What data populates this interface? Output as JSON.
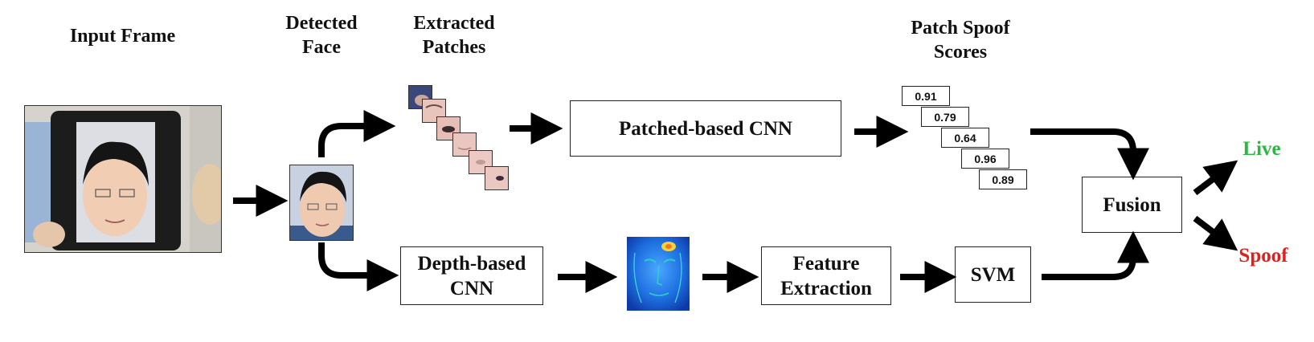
{
  "labels": {
    "input_frame": "Input Frame",
    "detected_face": [
      "Detected",
      "Face"
    ],
    "extracted_patches": [
      "Extracted",
      "Patches"
    ],
    "patch_spoof_scores": [
      "Patch Spoof",
      "Scores"
    ]
  },
  "boxes": {
    "patch_cnn": "Patched-based CNN",
    "depth_cnn": [
      "Depth-based",
      "CNN"
    ],
    "feature_extraction": [
      "Feature",
      "Extraction"
    ],
    "svm": "SVM",
    "fusion": "Fusion"
  },
  "scores": [
    "0.91",
    "0.79",
    "0.64",
    "0.96",
    "0.89"
  ],
  "outputs": {
    "live": "Live",
    "spoof": "Spoof"
  },
  "colors": {
    "live": "#2fb545",
    "spoof": "#e31e1e",
    "arrow": "#000000"
  }
}
